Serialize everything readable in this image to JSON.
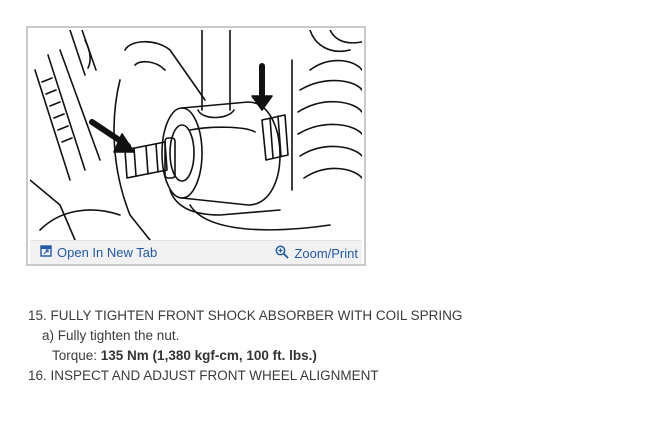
{
  "figure": {
    "open_tab_label": "Open In New Tab",
    "zoom_label": "Zoom/Print",
    "icons": {
      "open_tab": "open-in-new-tab-icon",
      "zoom": "zoom-in-icon"
    },
    "colors": {
      "link": "#1f5aa6",
      "toolbar_bg": "#f1f1f1",
      "frame_border": "#c9c9c9"
    }
  },
  "steps": {
    "step15_title": "15. FULLY TIGHTEN FRONT SHOCK ABSORBER WITH COIL SPRING",
    "step15a": "a) Fully tighten the nut.",
    "torque_label": "Torque: ",
    "torque_value": "135 Nm (1,380 kgf-cm, 100 ft. lbs.)",
    "step16_title": "16. INSPECT AND ADJUST FRONT WHEEL ALIGNMENT"
  }
}
